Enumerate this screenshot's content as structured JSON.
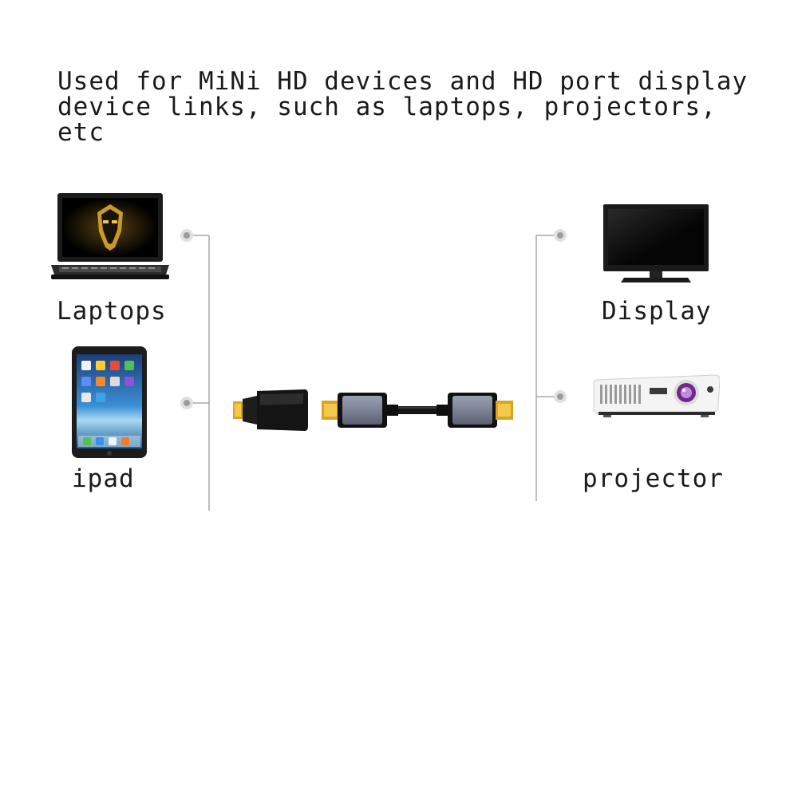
{
  "description": {
    "line1": "Used for MiNi HD devices and HD port display",
    "line2": "device links, such as laptops, projectors,",
    "line3": "etc"
  },
  "sources": [
    {
      "label": "Laptops",
      "icon": "laptop-icon"
    },
    {
      "label": "ipad",
      "icon": "tablet-icon"
    }
  ],
  "targets": [
    {
      "label": "Display",
      "icon": "monitor-icon"
    },
    {
      "label": "projector",
      "icon": "projector-icon"
    }
  ],
  "products": [
    {
      "icon": "mini-hd-adapter-icon"
    },
    {
      "icon": "hd-cable-icon"
    }
  ],
  "colors": {
    "text": "#1a1a1a",
    "line": "#a8a8a8",
    "connector_gold": "#d9a520",
    "connector_shell": "#7c8294",
    "plug_black": "#141414"
  }
}
